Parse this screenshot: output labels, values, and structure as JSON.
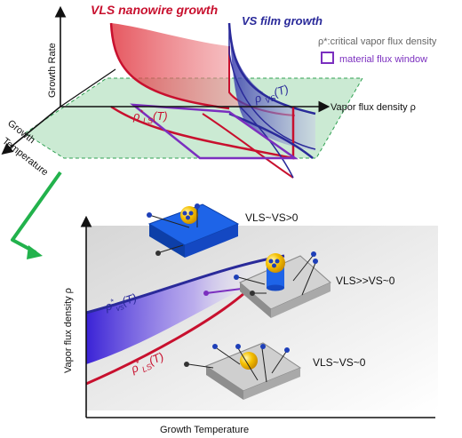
{
  "top_diagram": {
    "vls_title": "VLS nanowire growth",
    "vs_title": "VS film growth",
    "legend_rho": "ρ*:critical vapor flux density",
    "legend_window": "material flux window",
    "axis_growth_rate": "Growth Rate",
    "axis_vapor_flux": "Vapor flux density ρ",
    "axis_temp_line1": "Growth",
    "axis_temp_line2": "Temperature",
    "rho_ls_main": "ρ",
    "rho_ls_sup": "*",
    "rho_ls_sub": "LS",
    "rho_ls_arg": "(T)",
    "rho_vs_main": "ρ",
    "rho_vs_sup": "*",
    "rho_vs_sub": "VS",
    "rho_vs_arg": "(T)"
  },
  "bottom_diagram": {
    "ylabel": "Vapor flux density ρ",
    "xlabel": "Growth Temperature",
    "curve_vs_main": "ρ",
    "curve_vs_sup": "*",
    "curve_vs_sub": "vs",
    "curve_vs_arg": "(T)",
    "curve_ls_main": "ρ",
    "curve_ls_sup": "*",
    "curve_ls_sub": "LS",
    "curve_ls_arg": "(T)",
    "regime_top": "VLS~VS>0",
    "regime_mid": "VLS>>VS~0",
    "regime_bottom": "VLS~VS~0"
  },
  "colors": {
    "vls": "#d42027",
    "vs": "#2a2a9a",
    "window": "#7b2fbf",
    "arrow": "#22b24c",
    "plane": "#b9e3c4"
  }
}
